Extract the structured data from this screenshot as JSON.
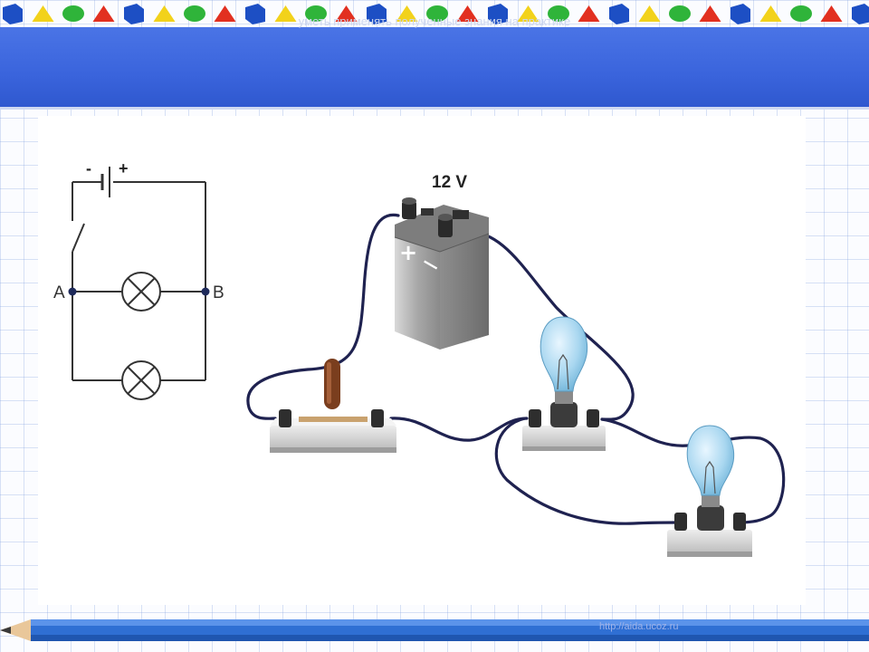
{
  "header": {
    "subtitle": "уметь  применять полученные знания на практике"
  },
  "schematic": {
    "minus_label": "-",
    "plus_label": "+",
    "node_a": "A",
    "node_b": "B"
  },
  "battery": {
    "voltage_label": "12 V",
    "plus_label": "+",
    "minus_label": "—"
  },
  "footer": {
    "watermark": "http://aida.ucoz.ru"
  },
  "colors": {
    "header_blue": "#3a64dc",
    "wire": "#1f2250",
    "bulb_glass": "#a9d7f0",
    "pencil_blue": "#2f6fd3"
  }
}
